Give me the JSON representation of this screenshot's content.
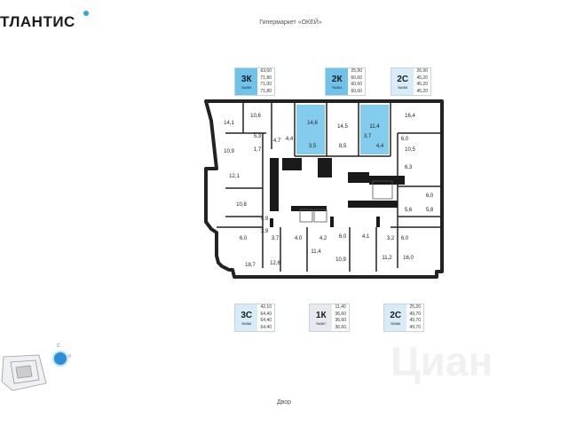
{
  "brand": {
    "logo_text": "ТЛАНТИС"
  },
  "labels": {
    "top": "Гипермаркет «ОКЕЙ»",
    "bottom": "Двор",
    "watermark": "Циан"
  },
  "colors": {
    "blue": "#6fc3ea",
    "light": "#d8ecf8",
    "grey": "#e6e9ee",
    "accent": "#2aa9e0"
  },
  "cards_top": [
    {
      "type": "3К",
      "num": "№359",
      "areas": [
        "63,60",
        "71,80",
        "71,00",
        "71,80"
      ]
    },
    {
      "type": "2К",
      "num": "№364",
      "areas": [
        "25,90",
        "60,60",
        "60,60",
        "60,60"
      ]
    },
    {
      "type": "2С",
      "num": "№355",
      "areas": [
        "26,90",
        "45,20",
        "45,20",
        "45,20"
      ]
    }
  ],
  "cards_bottom": [
    {
      "type": "3С",
      "num": "№368",
      "areas": [
        "42,10",
        "64,40",
        "64,40",
        "64,40"
      ]
    },
    {
      "type": "1К",
      "num": "№367",
      "areas": [
        "11,40",
        "36,60",
        "36,60",
        "36,60"
      ]
    },
    {
      "type": "2С",
      "num": "№366",
      "areas": [
        "25,20",
        "49,70",
        "49,70",
        "49,70"
      ]
    }
  ],
  "rooms": [
    "14,1",
    "10,6",
    "14,6",
    "14,5",
    "11,4",
    "16,4",
    "5,3",
    "4,7",
    "4,4",
    "3,5",
    "8,5",
    "3,7",
    "4,4",
    "6,0",
    "10,5",
    "10,9",
    "1,7",
    "6,3",
    "12,1",
    "10,8",
    "5,6",
    "5,8",
    "6,0",
    "4,9",
    "3,9",
    "3,7",
    "4,0",
    "4,2",
    "6,0",
    "4,1",
    "3,2",
    "6,0",
    "6,0",
    "18,7",
    "12,6",
    "11,4",
    "10,9",
    "11,2",
    "16,0"
  ],
  "compass": {
    "n": "С",
    "e": "В"
  }
}
